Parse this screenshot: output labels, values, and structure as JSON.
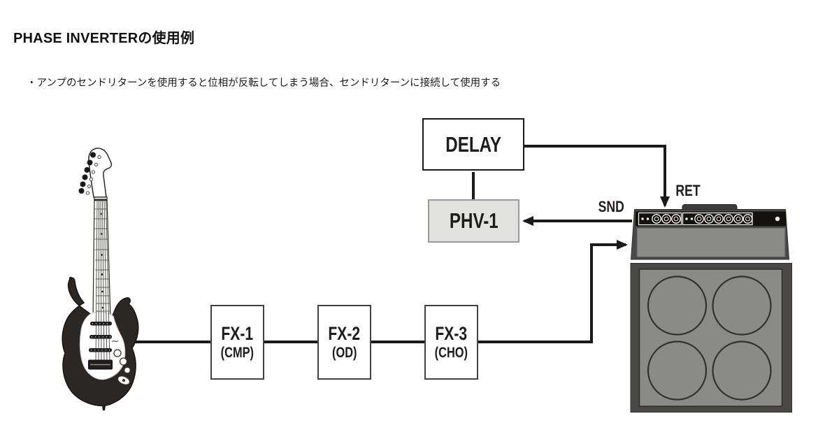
{
  "header": {
    "title": "PHASE INVERTERの使用例",
    "bullet": "・アンプのセンドリターンを使用すると位相が反転してしまう場合、センドリターンに接続して使用する"
  },
  "diagram": {
    "boxes": {
      "delay": {
        "label": "DELAY"
      },
      "phv1": {
        "label": "PHV-1"
      },
      "fx1": {
        "label": "FX-1",
        "sub": "(CMP)"
      },
      "fx2": {
        "label": "FX-2",
        "sub": "(OD)"
      },
      "fx3": {
        "label": "FX-3",
        "sub": "(CHO)"
      }
    },
    "jack_labels": {
      "send": "SND",
      "return": "RET"
    },
    "illustrations": {
      "guitar": "electric-guitar",
      "amp": "amp-head-with-4x12-cabinet"
    },
    "colors": {
      "connector_line": "#1a1a1a",
      "box_border": "#424242",
      "delay_border": "#1a1a1a",
      "phv1_fill": "#e2e2e0",
      "phv1_border": "#9a9a9a",
      "amp_frame": "#4a4846",
      "amp_panel_gray": "#8a8a88",
      "amp_strip_black": "#14120f",
      "speaker_ring": "#33312e"
    }
  }
}
